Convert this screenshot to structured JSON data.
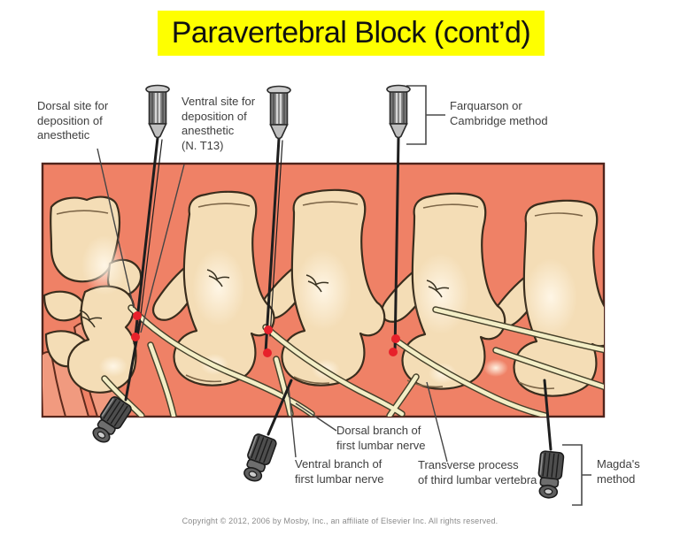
{
  "title": {
    "text": "Paravertebral Block (cont’d)"
  },
  "figure": {
    "labels": {
      "dorsal_site": "Dorsal site for\ndeposition of\nanesthetic",
      "ventral_site": "Ventral site for\ndeposition of\nanesthetic\n(N. T13)",
      "farquarson": "Farquarson or\nCambridge method",
      "dorsal_branch": "Dorsal branch of\nfirst lumbar nerve",
      "ventral_branch": "Ventral branch of\nfirst lumbar nerve",
      "transverse_process": "Transverse process\nof third lumbar vertebra",
      "magda": "Magda's\nmethod"
    },
    "injection_sites": {
      "count": 6,
      "dot_color": "#e7212b"
    },
    "colors": {
      "title_highlight": "#feff00",
      "title_text": "#111111",
      "tissue_pink": "#ef8166",
      "tissue_border": "#4f241c",
      "bone_fill": "#f4ddb6",
      "bone_outline": "#3a2d1d",
      "nerve_fill": "#f3eec6",
      "nerve_outline": "#45402a",
      "needle_dark": "#1e1e1e",
      "muscle_fill": "#f19a7f"
    }
  },
  "copyright": "Copyright © 2012, 2006 by Mosby, Inc., an affiliate of Elsevier Inc. All rights reserved."
}
